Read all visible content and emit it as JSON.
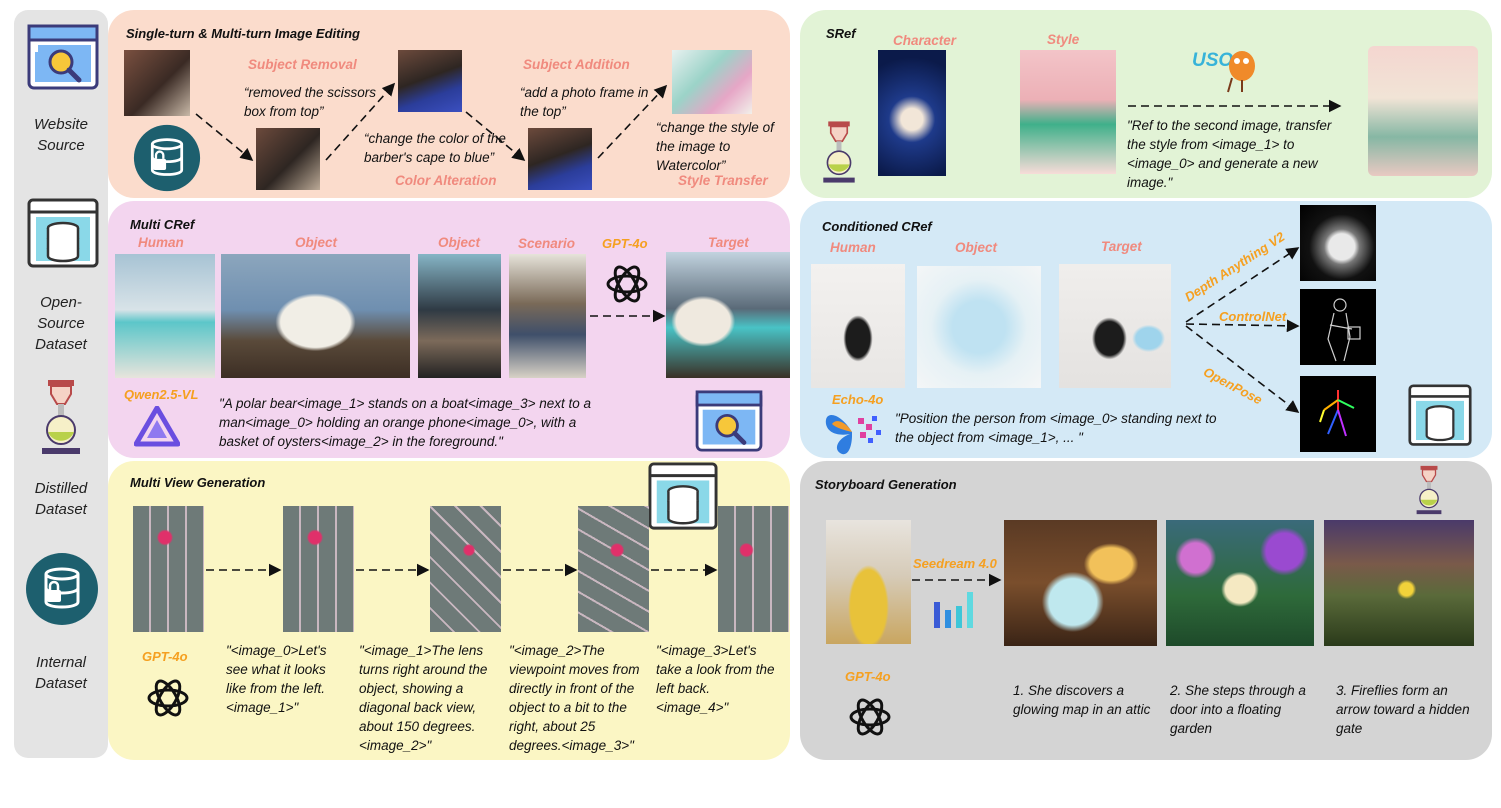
{
  "sidebar": {
    "items": [
      {
        "label": "Website\nSource",
        "icon": "website-search-icon"
      },
      {
        "label": "Open-\nSource\nDataset",
        "icon": "database-window-icon"
      },
      {
        "label": "Distilled\nDataset",
        "icon": "siphon-distill-icon"
      },
      {
        "label": "Internal\nDataset",
        "icon": "lock-database-icon"
      }
    ]
  },
  "editing": {
    "title": "Single-turn & Multi-turn Image Editing",
    "subject_removal": "Subject Removal",
    "quote1": "“removed the scissors box from top”",
    "color_alteration": "Color Alteration",
    "quote2": "“change the color of the barber's cape to blue”",
    "subject_addition": "Subject Addition",
    "quote3": "“add a photo frame in the top”",
    "style_transfer": "Style Transfer",
    "quote4": "“change the style of the image to Watercolor”"
  },
  "sref": {
    "title": "SRef",
    "character": "Character",
    "style": "Style",
    "logo_text": "USO",
    "quote": "\"Ref to the second image, transfer the style from <image_1> to <image_0> and generate a new image.\""
  },
  "multicref": {
    "title": "Multi CRef",
    "human": "Human",
    "object1": "Object",
    "object2": "Object",
    "scenario": "Scenario",
    "model": "GPT-4o",
    "target": "Target",
    "qwen": "Qwen2.5-VL",
    "quote": "\"A polar bear<image_1> stands on a boat<image_3> next to a man<image_0> holding an orange phone<image_0>, with a basket of oysters<image_2> in the foreground.\""
  },
  "condcref": {
    "title": "Conditioned CRef",
    "human": "Human",
    "object": "Object",
    "target": "Target",
    "depth": "Depth Anything V2",
    "controlnet": "ControlNet",
    "openpose": "OpenPose",
    "echo": "Echo-4o",
    "quote": "\"Position the person from <image_0> standing next to the object from <image_1>, ... \""
  },
  "multiview": {
    "title": "Multi View Generation",
    "model": "GPT-4o",
    "q1": "\"<image_0>Let's see what it looks like from the left.<image_1>\"",
    "q2": "\"<image_1>The lens turns right around the object, showing a diagonal back view, about 150 degrees.<image_2>\"",
    "q3": "\"<image_2>The viewpoint moves from directly in front of the object to a bit to the right, about 25 degrees.<image_3>\"",
    "q4": "\"<image_3>Let's take a look from the left back.<image_4>\""
  },
  "storyboard": {
    "title": "Storyboard Generation",
    "seedream": "Seedream 4.0",
    "model": "GPT-4o",
    "cap1": "1. She discovers a glowing map in an attic",
    "cap2": "2. She steps through a door into a floating garden",
    "cap3": "3. Fireflies form an arrow toward a hidden gate"
  },
  "colors": {
    "editing_bg": "#fbdccc",
    "sref_bg": "#e2f3d6",
    "multicref_bg": "#f3d5ef",
    "condcref_bg": "#d4e9f6",
    "multiview_bg": "#fbf6c4",
    "storyboard_bg": "#d4d4d4",
    "label_pink": "#f08a7e",
    "label_orange": "#f5a021",
    "icon_teal": "#1d5f6e",
    "icon_cyan": "#8ad8e8"
  }
}
